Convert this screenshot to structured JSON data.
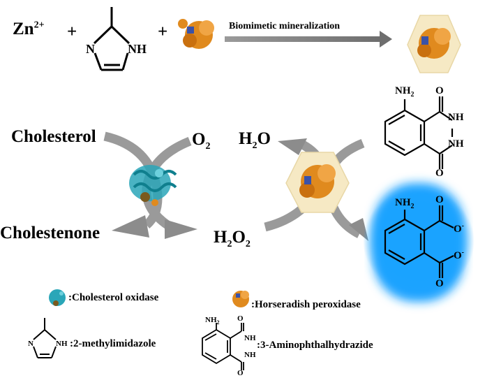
{
  "reaction": {
    "zn_ion": "Zn",
    "zn_charge": "2+",
    "plus": "+",
    "arrow_label": "Biomimetic mineralization"
  },
  "cascade": {
    "cholesterol": "Cholesterol",
    "oxygen": "O",
    "oxygen_sub": "2",
    "cholestenone": "Cholestenone",
    "peroxide": "H",
    "peroxide_sub1": "2",
    "peroxide_o": "O",
    "peroxide_sub2": "2",
    "water": "H",
    "water_sub": "2",
    "water_o": "O"
  },
  "molecules": {
    "imidazole_n": "N",
    "imidazole_nh": "NH",
    "nh2": "NH",
    "nh2_sub": "2",
    "o_atom": "O",
    "nh_atom": "NH",
    "o_minus": "O",
    "minus": "-"
  },
  "legend": {
    "cholesterol_oxidase": ":Cholesterol oxidase",
    "horseradish_peroxidase": ":Horseradish peroxidase",
    "methylimidazole": ":2-methylimidazole",
    "aminophthalhydrazide": ":3-Aminophthalhydrazide"
  },
  "colors": {
    "enzyme_orange": "#e08a1e",
    "framework_fill": "#f6e9c4",
    "oxidase_teal": "#2aa6b8",
    "glow_blue": "#1aa3ff",
    "arrow_gray": "#8c8c8c"
  }
}
